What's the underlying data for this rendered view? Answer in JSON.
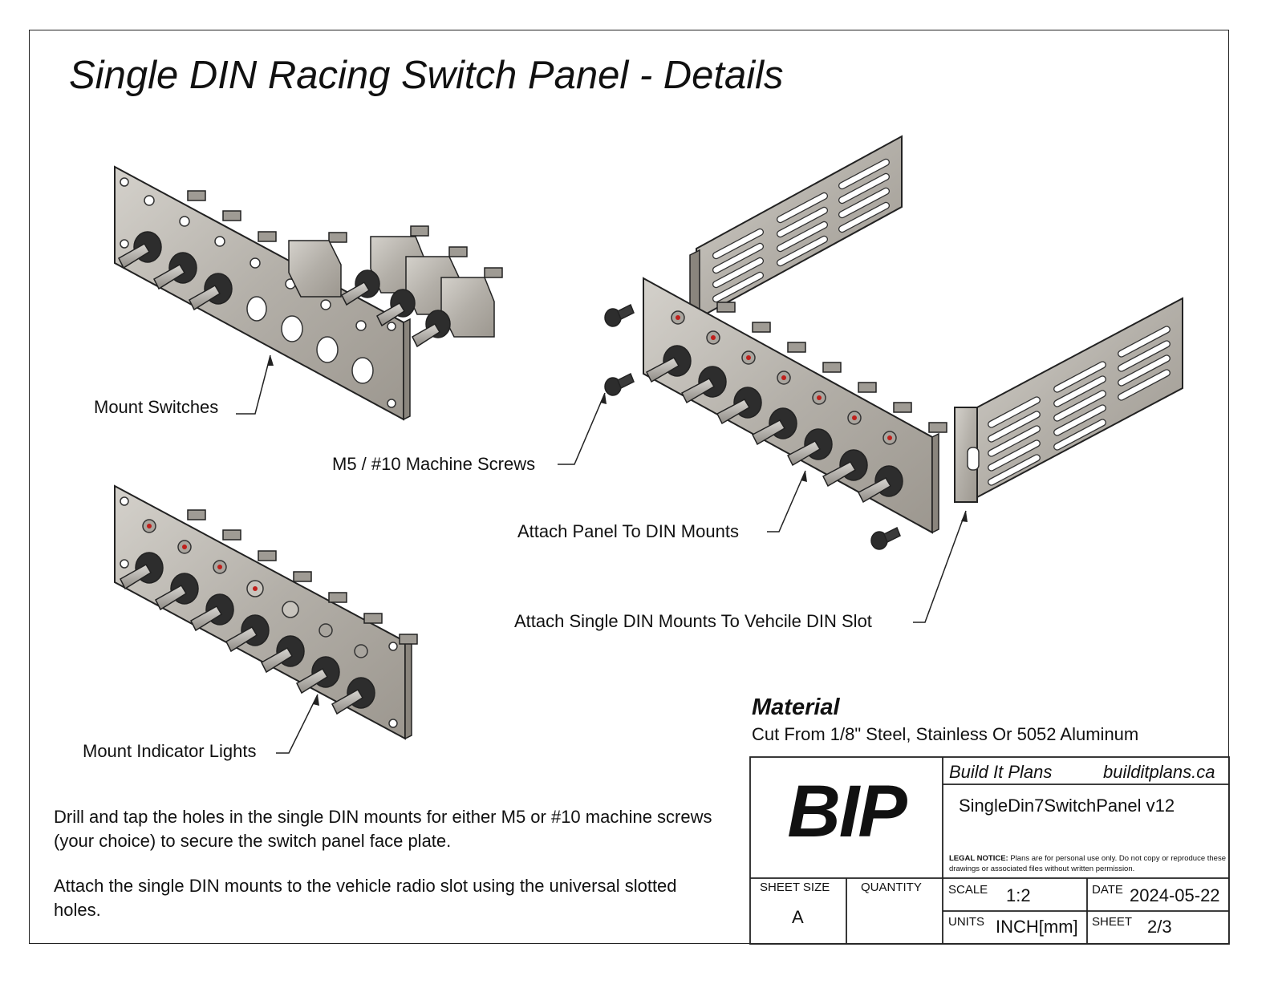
{
  "title": "Single DIN Racing Switch Panel - Details",
  "callouts": {
    "mount_switches": "Mount Switches",
    "machine_screws": "M5 / #10 Machine Screws",
    "attach_panel": "Attach Panel To DIN Mounts",
    "attach_mounts": "Attach Single DIN Mounts To Vehcile DIN Slot",
    "mount_lights": "Mount Indicator Lights"
  },
  "notes": {
    "drill": "Drill and tap the holes in the single DIN mounts for either M5 or #10 machine screws (your choice) to secure the switch panel face plate.",
    "attach": "Attach the single DIN mounts to the vehicle radio slot using the universal slotted holes."
  },
  "material": {
    "heading": "Material",
    "text": "Cut From 1/8\" Steel, Stainless Or 5052 Aluminum"
  },
  "title_block": {
    "logo": "BIP",
    "company": "Build It Plans",
    "website": "builditplans.ca",
    "drawing_name": "SingleDin7SwitchPanel v12",
    "legal_label": "LEGAL NOTICE:",
    "legal_text": "Plans are for personal use only. Do not copy or reproduce these drawings or associated files without written permission.",
    "sheet_size_label": "SHEET SIZE",
    "sheet_size": "A",
    "quantity_label": "QUANTITY",
    "quantity": "",
    "scale_label": "SCALE",
    "scale": "1:2",
    "date_label": "DATE",
    "date": "2024-05-22",
    "units_label": "UNITS",
    "units": "INCH[mm]",
    "sheet_label": "SHEET",
    "sheet": "2/3"
  },
  "colors": {
    "line": "#222222",
    "metal": "#b9b5ae",
    "metal_dark": "#7d7870",
    "switch_dark": "#2a2a2a",
    "indicator_red": "#c0201c"
  }
}
